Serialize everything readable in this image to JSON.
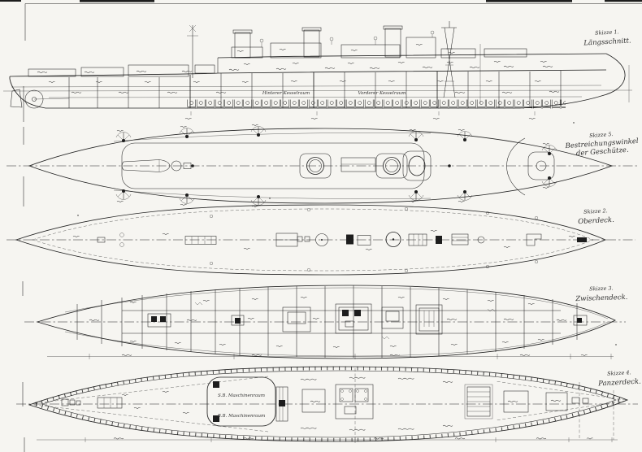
{
  "drawing": {
    "colors": {
      "paper": "#f6f5f1",
      "ink": "#222222"
    },
    "sketches": [
      {
        "no": "Skizze 1.",
        "title": "Längsschnitt."
      },
      {
        "no": "Skizze 5.",
        "title": "Bestreichungswinkel",
        "title2": "der Geschütze."
      },
      {
        "no": "Skizze 2.",
        "title": "Oberdeck."
      },
      {
        "no": "Skizze 3.",
        "title": "Zwischendeck."
      },
      {
        "no": "Skizze 4.",
        "title": "Panzerdeck."
      }
    ],
    "compartments": {
      "aft_boiler_room": "Hinterer Kesselraum",
      "fore_boiler_room": "Vorderer Kesselraum",
      "starboard_engine_room": "S.B. Maschinenraum",
      "port_engine_room": "B.B. Maschinenraum"
    }
  }
}
